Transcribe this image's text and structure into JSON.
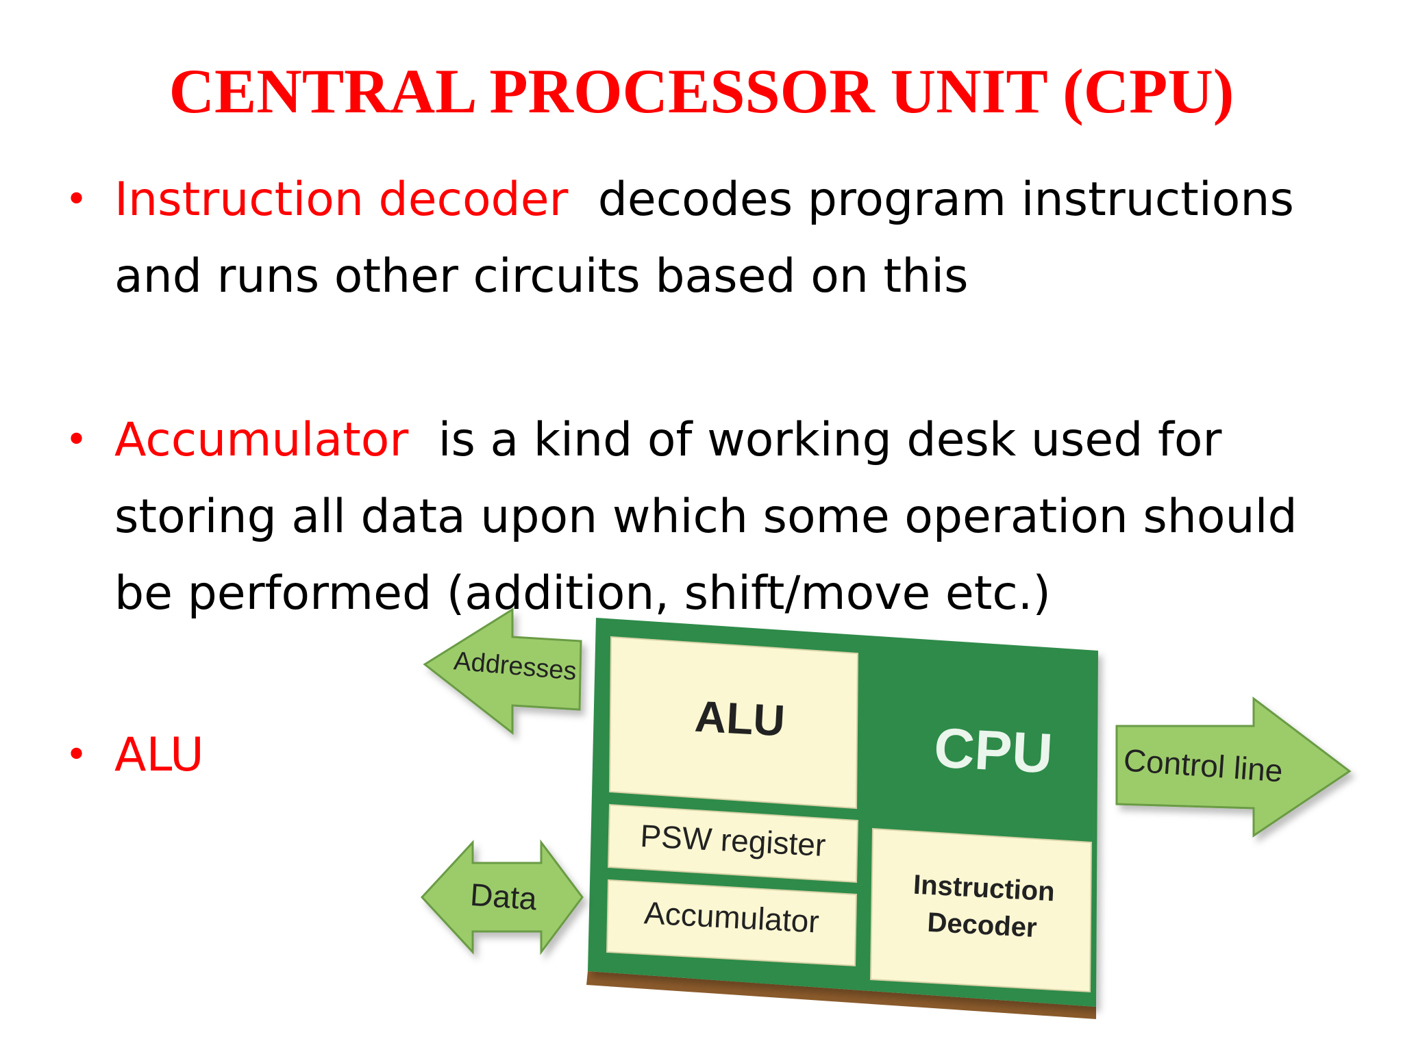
{
  "title": "CENTRAL PROCESSOR UNIT (CPU)",
  "bullets": [
    {
      "keyword": "Instruction decoder",
      "text": "decodes program instructions and runs other circuits based on this"
    },
    {
      "keyword": "Accumulator",
      "text": "is a kind of working desk used for storing all data upon which some operation should be performed (addition, shift/move etc.)"
    },
    {
      "keyword": "ALU",
      "text": ""
    }
  ],
  "bullet_symbol": "•",
  "diagram": {
    "cpu_label": "CPU",
    "alu_label": "ALU",
    "psw_label": "PSW register",
    "accumulator_label": "Accumulator",
    "decoder_label_line1": "Instruction",
    "decoder_label_line2": "Decoder",
    "addresses_label": "Addresses",
    "data_label": "Data",
    "control_label": "Control line",
    "colors": {
      "board": "#2e8b4a",
      "block": "#fbf7d2",
      "arrow": "#9ccc6b",
      "edge": "#8a5a2b"
    }
  }
}
